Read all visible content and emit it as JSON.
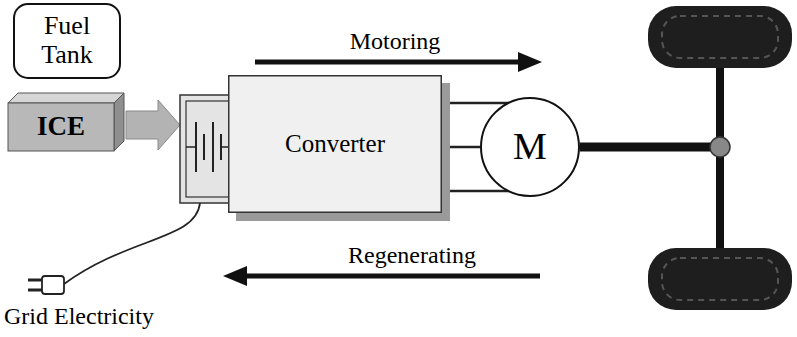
{
  "diagram": {
    "nodes": [
      {
        "text": [
          "Fuel Tank"
        ]
      },
      {
        "text": [
          "ICE"
        ]
      },
      {
        "text": [
          "Converter"
        ]
      },
      {
        "text": [
          "M"
        ]
      }
    ],
    "edges": [
      {
        "from": 0,
        "to": 1,
        "arrow": "to"
      },
      {
        "from": 2,
        "to": 3,
        "arrow": "none"
      }
    ],
    "labels": [
      "Motoring",
      "Regenerating",
      "Grid Electricity"
    ]
  }
}
